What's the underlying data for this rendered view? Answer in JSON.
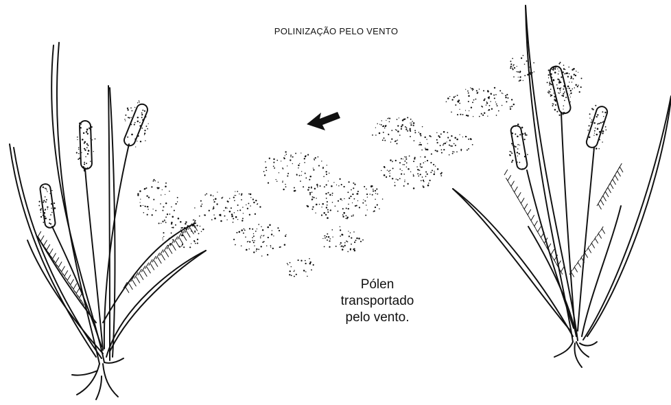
{
  "title": "POLINIZAÇÃO PELO VENTO",
  "caption": {
    "line1": "Pólen",
    "line2": "transportado",
    "line3": "pelo vento."
  },
  "wind_direction": "left",
  "ink_color": "#111111"
}
